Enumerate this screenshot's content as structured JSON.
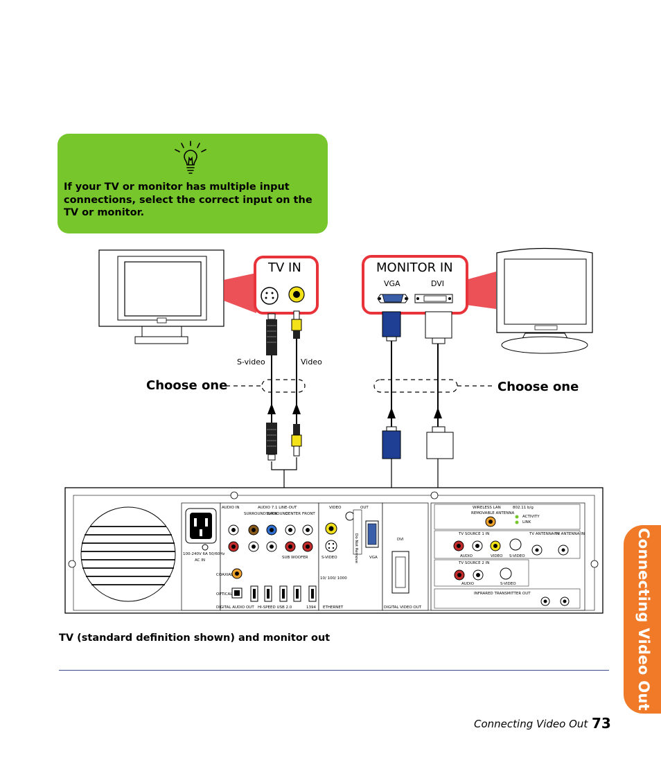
{
  "tip": {
    "icon": "lightbulb-icon",
    "text": "If your TV or monitor has multiple input connections, select the correct input on the TV or monitor.",
    "color": "#77c62c"
  },
  "callouts": {
    "tv_in": {
      "title": "TV IN"
    },
    "monitor_in": {
      "title": "MONITOR IN",
      "ports": [
        "VGA",
        "DVI"
      ]
    },
    "border_color": "#e8333a"
  },
  "cables": {
    "svideo_label": "S-video",
    "video_label": "Video"
  },
  "choose_left": "Choose one",
  "choose_right": "Choose one",
  "panel_labels": {
    "audio_in": "AUDIO IN",
    "audio_out": "AUDIO 7.1 LINE-OUT",
    "surround": "SURROUND",
    "surround_back": "SURROUND BACK",
    "center": "CENTER",
    "front": "FRONT",
    "sub_woofer": "SUB WOOFER",
    "video": "VIDEO",
    "out": "OUT",
    "svideo": "S-VIDEO",
    "vga": "VGA",
    "dvi": "DVI",
    "do_not_remove": "Do Not Remove",
    "ac_in": "AC IN",
    "voltage": "100-240V 6A 50/60Hz",
    "coaxial": "COAXIAL",
    "optical": "OPTICAL",
    "digital_audio_out": "DIGITAL AUDIO OUT",
    "hi_speed_usb": "HI-SPEED USB 2.0",
    "ieee1394": "1394",
    "ethernet": "ETHERNET",
    "ethernet_speed": "10/ 100/ 1000",
    "digital_video_out": "DIGITAL VIDEO OUT",
    "wireless_lan": "WIRELESS LAN",
    "wireless_std": "802.11 b/g",
    "removable_antenna": "REMOVABLE ANTENNA",
    "activity": "ACTIVITY",
    "link": "LINK",
    "tv_source_1": "TV SOURCE 1 IN",
    "tv_source_2": "TV SOURCE 2 IN",
    "audio": "AUDIO",
    "tv_antenna_in": "TV ANTENNA IN",
    "fm_antenna_in": "FM ANTENNA IN",
    "infrared_out": "INFRARED TRANSMITTER OUT"
  },
  "caption": "TV (standard definition shown) and monitor out",
  "side_tab": {
    "text": "Connecting Video Out",
    "color": "#f07a28"
  },
  "footer": {
    "section": "Connecting Video Out",
    "page_number": "73"
  }
}
